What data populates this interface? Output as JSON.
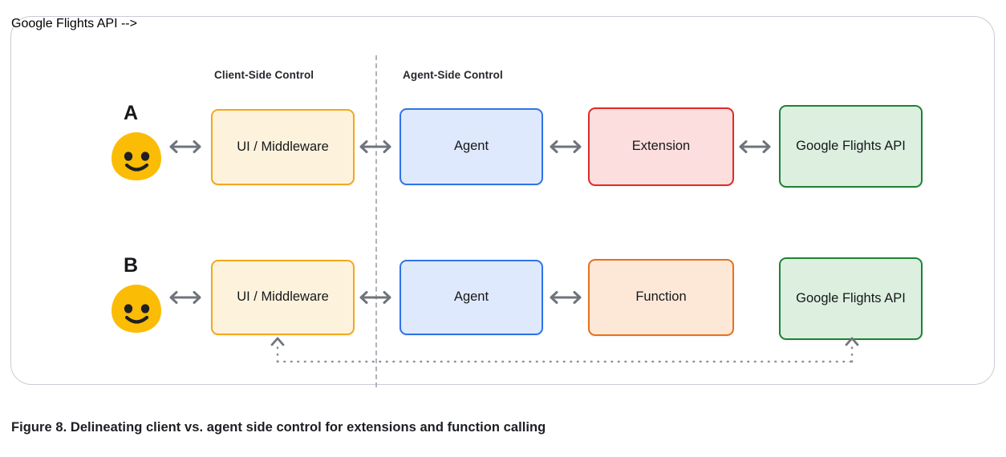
{
  "figure": {
    "caption": "Figure 8. Delineating client vs. agent side control for extensions and function calling"
  },
  "sections": {
    "client_side_label": "Client-Side Control",
    "agent_side_label": "Agent-Side Control"
  },
  "rows": [
    {
      "letter": "A",
      "avatar": "smiley-face",
      "nodes": [
        {
          "name": "ui-middleware",
          "label": "UI / Middleware",
          "fill": "#fdf3dd",
          "stroke": "#f3a81c"
        },
        {
          "name": "agent",
          "label": "Agent",
          "fill": "#dfe9fd",
          "stroke": "#2f74e8"
        },
        {
          "name": "extension",
          "label": "Extension",
          "fill": "#fbdedd",
          "stroke": "#e02a26"
        },
        {
          "name": "google-flights-api",
          "label": "Google Flights API",
          "fill": "#ddf0e0",
          "stroke": "#1d8236"
        }
      ],
      "connectors": [
        "bidirectional",
        "bidirectional",
        "bidirectional",
        "bidirectional"
      ]
    },
    {
      "letter": "B",
      "avatar": "smiley-face",
      "nodes": [
        {
          "name": "ui-middleware",
          "label": "UI / Middleware",
          "fill": "#fdf3dd",
          "stroke": "#f3a81c"
        },
        {
          "name": "agent",
          "label": "Agent",
          "fill": "#dfe9fd",
          "stroke": "#2f74e8"
        },
        {
          "name": "function",
          "label": "Function",
          "fill": "#fde8d8",
          "stroke": "#e8701a"
        },
        {
          "name": "google-flights-api",
          "label": "Google Flights API",
          "fill": "#ddf0e0",
          "stroke": "#1d8236"
        }
      ],
      "connectors": [
        "bidirectional",
        "bidirectional",
        "bidirectional",
        "dotted-client-callback"
      ]
    }
  ],
  "colors": {
    "arrow_gray": "#6f747c",
    "divider_gray": "#b0b3ba",
    "frame_border": "#c9ccd4",
    "avatar_yellow": "#fbbc05",
    "avatar_face": "#1f2023",
    "background": "#ffffff"
  },
  "icons": {
    "arrow_double": "double-headed-arrow-icon",
    "chevron_up": "chevron-up-icon",
    "avatar": "smiley-face-icon"
  }
}
